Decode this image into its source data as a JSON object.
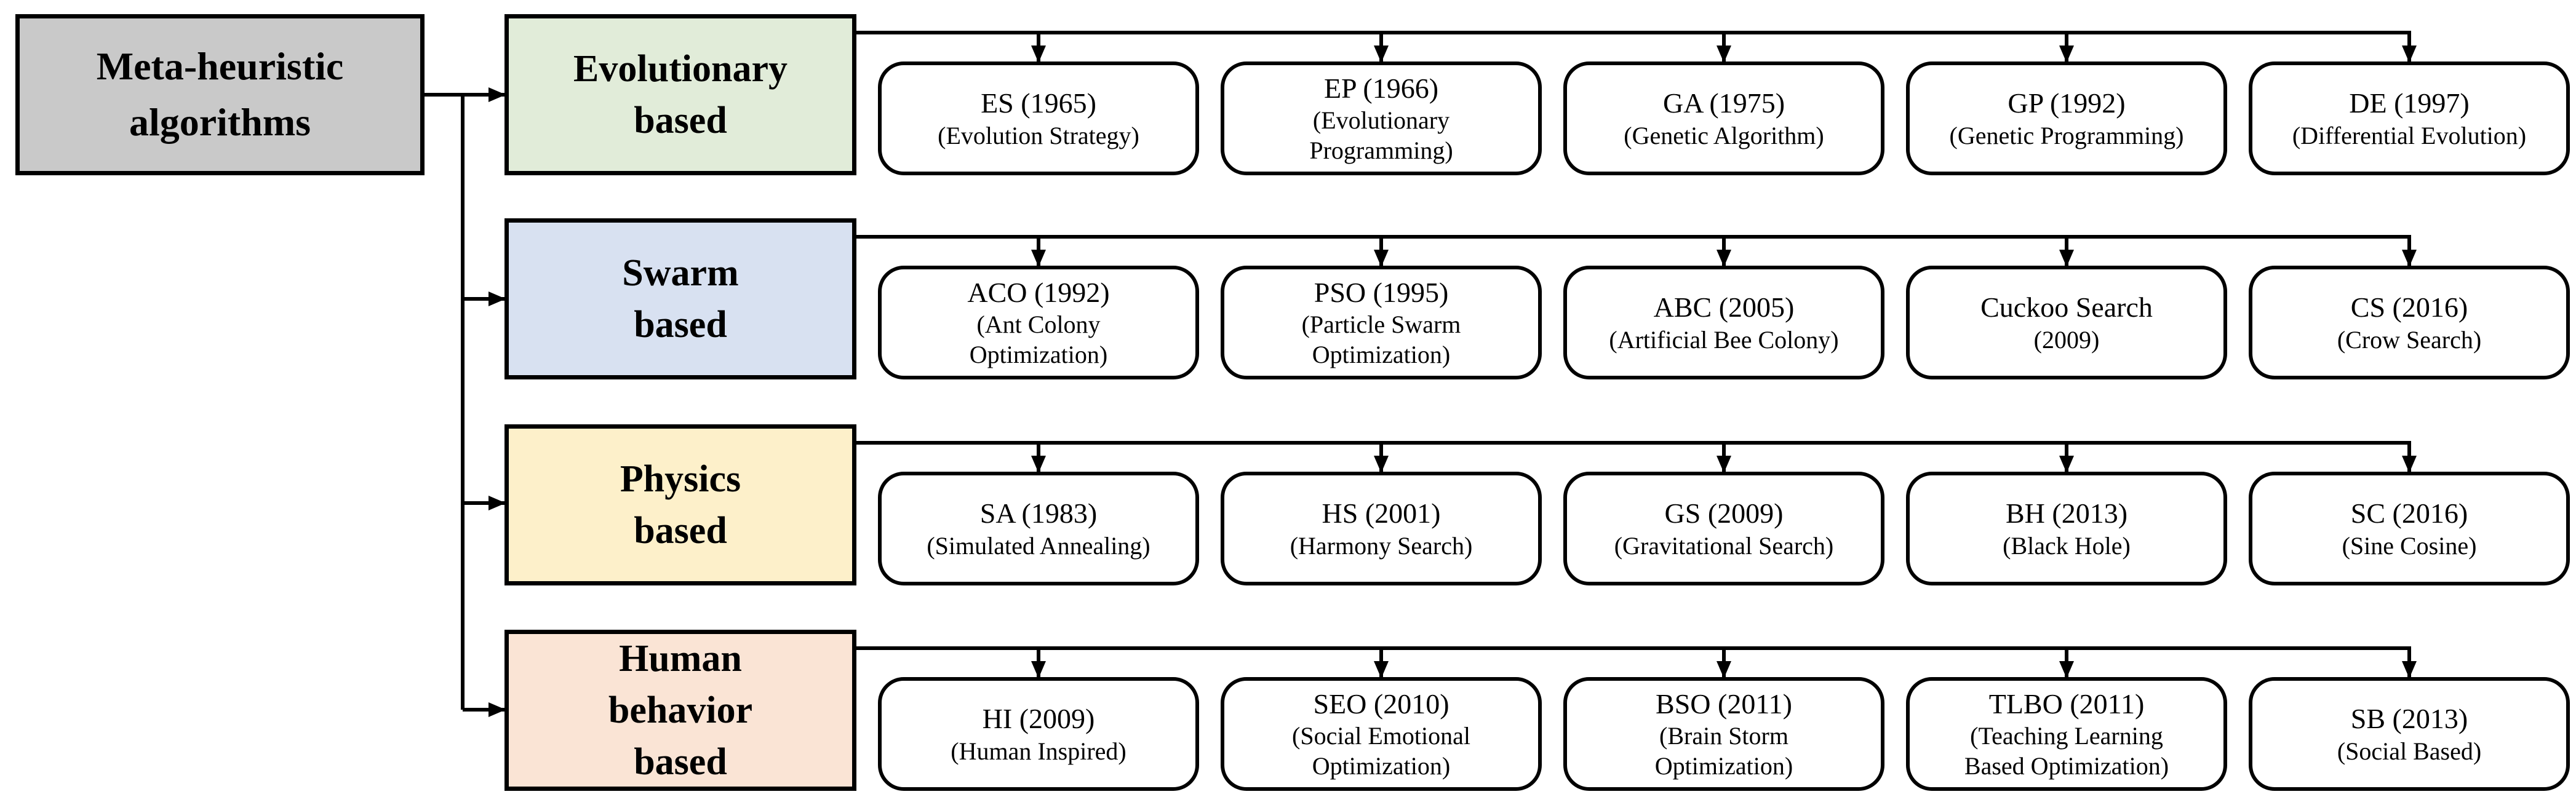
{
  "root": {
    "label": "Meta-heuristic\nalgorithms",
    "color": "#c9c9c9"
  },
  "line_color": "#000000",
  "rows": [
    {
      "category": {
        "label": "Evolutionary\nbased",
        "color": "#e1ecd9"
      },
      "leaves": [
        {
          "main": "ES (1965)",
          "sub": "(Evolution Strategy)"
        },
        {
          "main": "EP (1966)",
          "sub": "(Evolutionary\nProgramming)"
        },
        {
          "main": "GA (1975)",
          "sub": "(Genetic Algorithm)"
        },
        {
          "main": "GP (1992)",
          "sub": "(Genetic Programming)"
        },
        {
          "main": "DE (1997)",
          "sub": "(Differential Evolution)"
        }
      ]
    },
    {
      "category": {
        "label": "Swarm\nbased",
        "color": "#d8e1f1"
      },
      "leaves": [
        {
          "main": "ACO (1992)",
          "sub": "(Ant Colony\nOptimization)"
        },
        {
          "main": "PSO (1995)",
          "sub": "(Particle Swarm\nOptimization)"
        },
        {
          "main": "ABC (2005)",
          "sub": "(Artificial Bee Colony)"
        },
        {
          "main": "Cuckoo Search",
          "sub": "(2009)"
        },
        {
          "main": "CS (2016)",
          "sub": "(Crow Search)"
        }
      ]
    },
    {
      "category": {
        "label": "Physics\nbased",
        "color": "#fdf0ca"
      },
      "leaves": [
        {
          "main": "SA (1983)",
          "sub": "(Simulated Annealing)"
        },
        {
          "main": "HS (2001)",
          "sub": "(Harmony Search)"
        },
        {
          "main": "GS (2009)",
          "sub": "(Gravitational Search)"
        },
        {
          "main": "BH (2013)",
          "sub": "(Black Hole)"
        },
        {
          "main": "SC (2016)",
          "sub": "(Sine Cosine)"
        }
      ]
    },
    {
      "category": {
        "label": "Human\nbehavior\nbased",
        "color": "#fae4d5"
      },
      "leaves": [
        {
          "main": "HI (2009)",
          "sub": "(Human Inspired)"
        },
        {
          "main": "SEO (2010)",
          "sub": "(Social Emotional\nOptimization)"
        },
        {
          "main": "BSO (2011)",
          "sub": "(Brain Storm\nOptimization)"
        },
        {
          "main": "TLBO (2011)",
          "sub": "(Teaching Learning\nBased Optimization)"
        },
        {
          "main": "SB (2013)",
          "sub": "(Social Based)"
        }
      ]
    }
  ]
}
